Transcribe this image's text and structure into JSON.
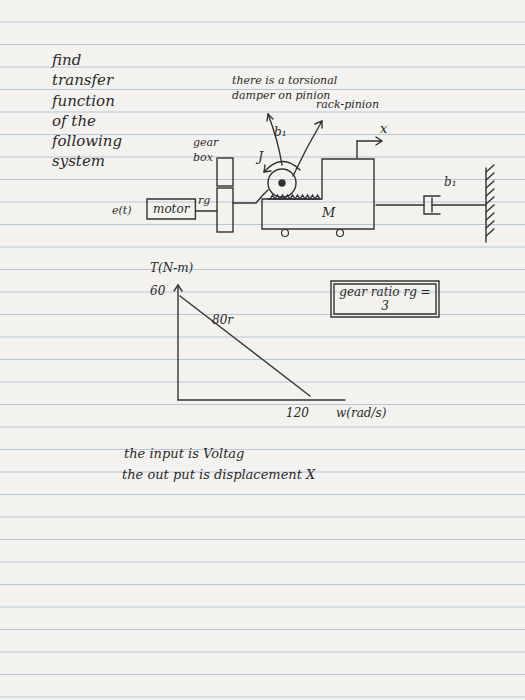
{
  "diagram": {
    "nodes": [
      {
        "text": [
          "motor"
        ]
      },
      {
        "text": [
          "M"
        ]
      },
      {
        "text": [
          "gear ratio rg = 3"
        ]
      }
    ],
    "labels": [
      "find transfer function of the following system",
      "there is a torsional damper on pinion",
      "rack-pinion",
      "gear box",
      "b₁",
      "J",
      "x",
      "rg",
      "b₁",
      "e(t)",
      "T(N-m)",
      "60",
      "80r",
      "120",
      "w(rad/s)",
      "the input is Voltag",
      "the out put is displacement X"
    ]
  }
}
